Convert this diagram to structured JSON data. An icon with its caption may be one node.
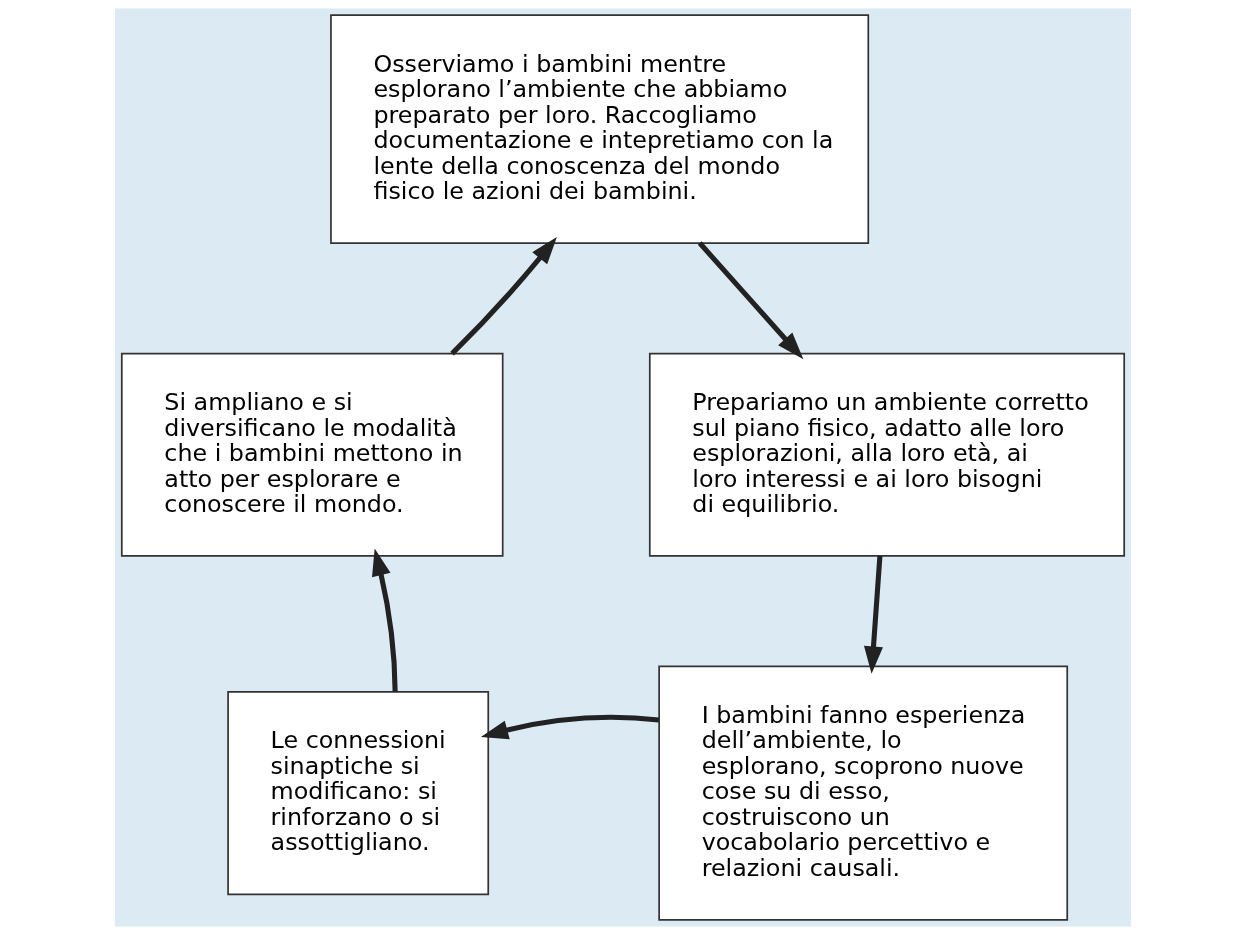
{
  "diagram": {
    "nodes": [
      {
        "text": [
          "Osserviamo i bambini mentre esplorano l’ambiente che abbiamo preparato per loro. Raccogliamo documentazione e intepretiamo con la lente della conoscenza del mondo fisico le azioni dei bambini."
        ]
      },
      {
        "text": [
          "Prepariamo un ambiente corretto sul piano fisico, adatto alle loro esplorazioni, alla loro età, ai loro interessi e ai loro bisogni di equilibrio."
        ]
      },
      {
        "text": [
          "I bambini fanno esperienza dell’ambiente, lo esplorano, scoprono nuove cose su di esso, costruiscono un vocabolario percettivo e relazioni causali."
        ]
      },
      {
        "text": [
          "Le connessioni sinaptiche si modificano: si rinforzano o si assottigliano."
        ]
      },
      {
        "text": [
          "Si ampliano e si diversificano le modalità che i bambini mettono in atto per esplorare e conoscere il mondo."
        ]
      }
    ],
    "edges": [
      {
        "from": 0,
        "to": 1,
        "arrow": "to"
      },
      {
        "from": 1,
        "to": 2,
        "arrow": "to"
      },
      {
        "from": 2,
        "to": 3,
        "arrow": "to"
      },
      {
        "from": 3,
        "to": 4,
        "arrow": "to"
      },
      {
        "from": 4,
        "to": 0,
        "arrow": "to"
      }
    ]
  }
}
